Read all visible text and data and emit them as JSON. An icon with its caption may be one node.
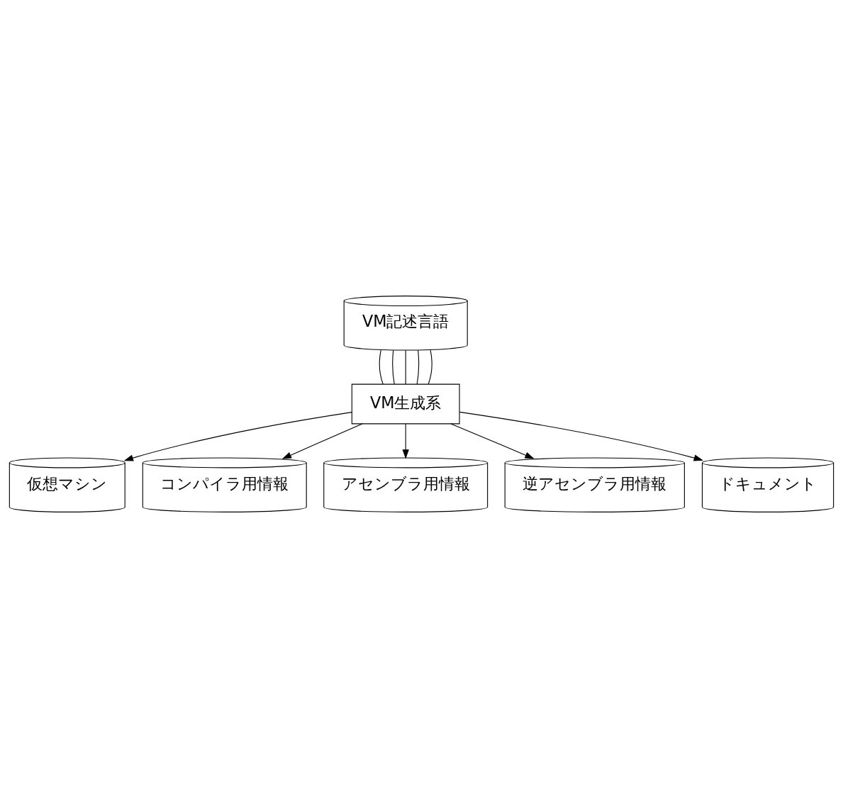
{
  "diagram": {
    "nodes": [
      {
        "text": [
          "VM記述言語"
        ]
      },
      {
        "text": [
          "VM生成系"
        ]
      },
      {
        "text": [
          "仮想マシン"
        ]
      },
      {
        "text": [
          "コンパイラ用情報"
        ]
      },
      {
        "text": [
          "アセンブラ用情報"
        ]
      },
      {
        "text": [
          "逆アセンブラ用情報"
        ]
      },
      {
        "text": [
          "ドキュメント"
        ]
      }
    ],
    "edges": [
      {
        "from": 0,
        "to": 1,
        "arrow": "none"
      },
      {
        "from": 0,
        "to": 1,
        "arrow": "none"
      },
      {
        "from": 0,
        "to": 1,
        "arrow": "none"
      },
      {
        "from": 0,
        "to": 1,
        "arrow": "none"
      },
      {
        "from": 0,
        "to": 1,
        "arrow": "none"
      },
      {
        "from": 1,
        "to": 2,
        "arrow": "to"
      },
      {
        "from": 1,
        "to": 3,
        "arrow": "to"
      },
      {
        "from": 1,
        "to": 4,
        "arrow": "to"
      },
      {
        "from": 1,
        "to": 5,
        "arrow": "to"
      },
      {
        "from": 1,
        "to": 6,
        "arrow": "to"
      }
    ]
  }
}
